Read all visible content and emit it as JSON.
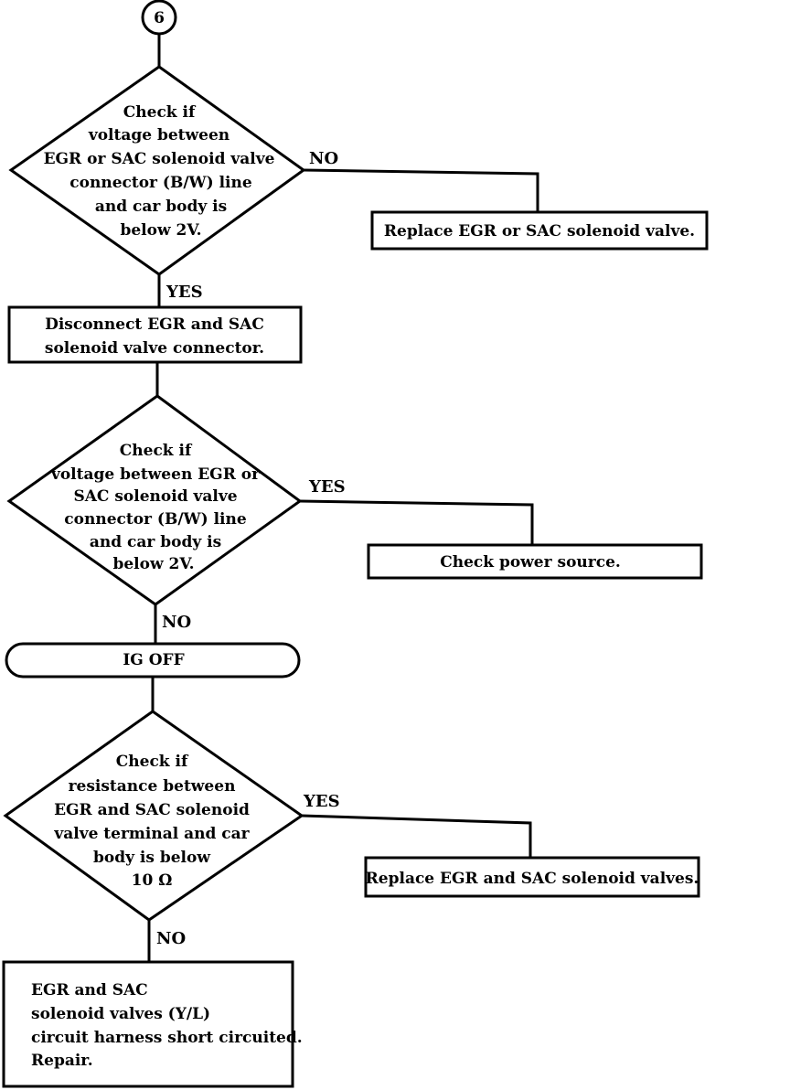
{
  "start": {
    "label": "6"
  },
  "decision1": {
    "lines": [
      "Check if",
      "voltage between",
      "EGR or SAC solenoid valve",
      "connector (B/W) line",
      "and car body is",
      "below 2V."
    ],
    "no_label": "NO",
    "yes_label": "YES"
  },
  "action_replace_egr_or_sac": {
    "text": "Replace EGR or SAC solenoid valve."
  },
  "action_disconnect": {
    "lines": [
      "Disconnect EGR and SAC",
      "solenoid valve connector."
    ]
  },
  "decision2": {
    "lines": [
      "Check if",
      "voltage between EGR or",
      "SAC solenoid valve",
      "connector (B/W) line",
      "and car body is",
      "below 2V."
    ],
    "yes_label": "YES",
    "no_label": "NO"
  },
  "action_check_power": {
    "text": "Check power source."
  },
  "step_ig_off": {
    "text": "IG OFF"
  },
  "decision3": {
    "lines": [
      "Check if",
      "resistance between",
      "EGR and SAC solenoid",
      "valve terminal and car",
      "body is below",
      "10 Ω"
    ],
    "yes_label": "YES",
    "no_label": "NO"
  },
  "action_replace_egr_and_sac": {
    "text": "Replace EGR and SAC solenoid valves."
  },
  "action_repair": {
    "lines": [
      "EGR and SAC",
      "solenoid valves (Y/L)",
      "circuit harness short circuited.",
      "Repair."
    ]
  }
}
